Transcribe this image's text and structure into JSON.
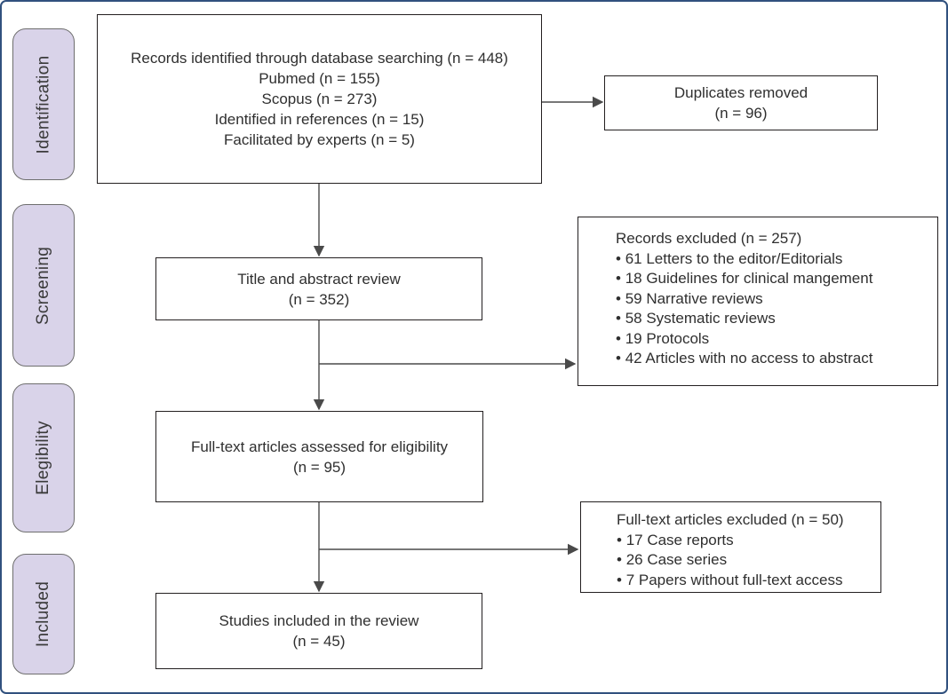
{
  "diagram": {
    "stages": [
      {
        "id": "identification",
        "label": "Identification"
      },
      {
        "id": "screening",
        "label": "Screening"
      },
      {
        "id": "elegibility",
        "label": "Elegibility"
      },
      {
        "id": "included",
        "label": "Included"
      }
    ],
    "boxes": {
      "records_identified": {
        "lines": [
          "Records identified through database searching (n = 448)",
          "Pubmed (n = 155)",
          "Scopus (n = 273)",
          "Identified in references (n = 15)",
          "Facilitated by experts (n = 5)"
        ]
      },
      "duplicates_removed": {
        "lines": [
          "Duplicates removed",
          "(n = 96)"
        ]
      },
      "title_abstract_review": {
        "lines": [
          "Title and abstract review",
          "(n = 352)"
        ]
      },
      "records_excluded": {
        "title": "Records excluded (n = 257)",
        "items": [
          "61 Letters to the editor/Editorials",
          "18 Guidelines for clinical mangement",
          "59 Narrative reviews",
          "58 Systematic reviews",
          "19 Protocols",
          "42 Articles with no access to abstract"
        ]
      },
      "fulltext_assessed": {
        "lines": [
          "Full-text articles assessed for eligibility",
          "(n = 95)"
        ]
      },
      "fulltext_excluded": {
        "title": "Full-text articles excluded (n = 50)",
        "items": [
          "17 Case reports",
          "26 Case series",
          "7 Papers without full-text access"
        ]
      },
      "studies_included": {
        "lines": [
          "Studies included in the review",
          "(n = 45)"
        ]
      }
    },
    "colors": {
      "outer_border": "#31517e",
      "stage_fill": "#d9d3e9",
      "stage_border": "#6e6e6e",
      "box_border": "#231f20",
      "arrow": "#4a4a4a",
      "text": "#2f2f2f"
    }
  }
}
